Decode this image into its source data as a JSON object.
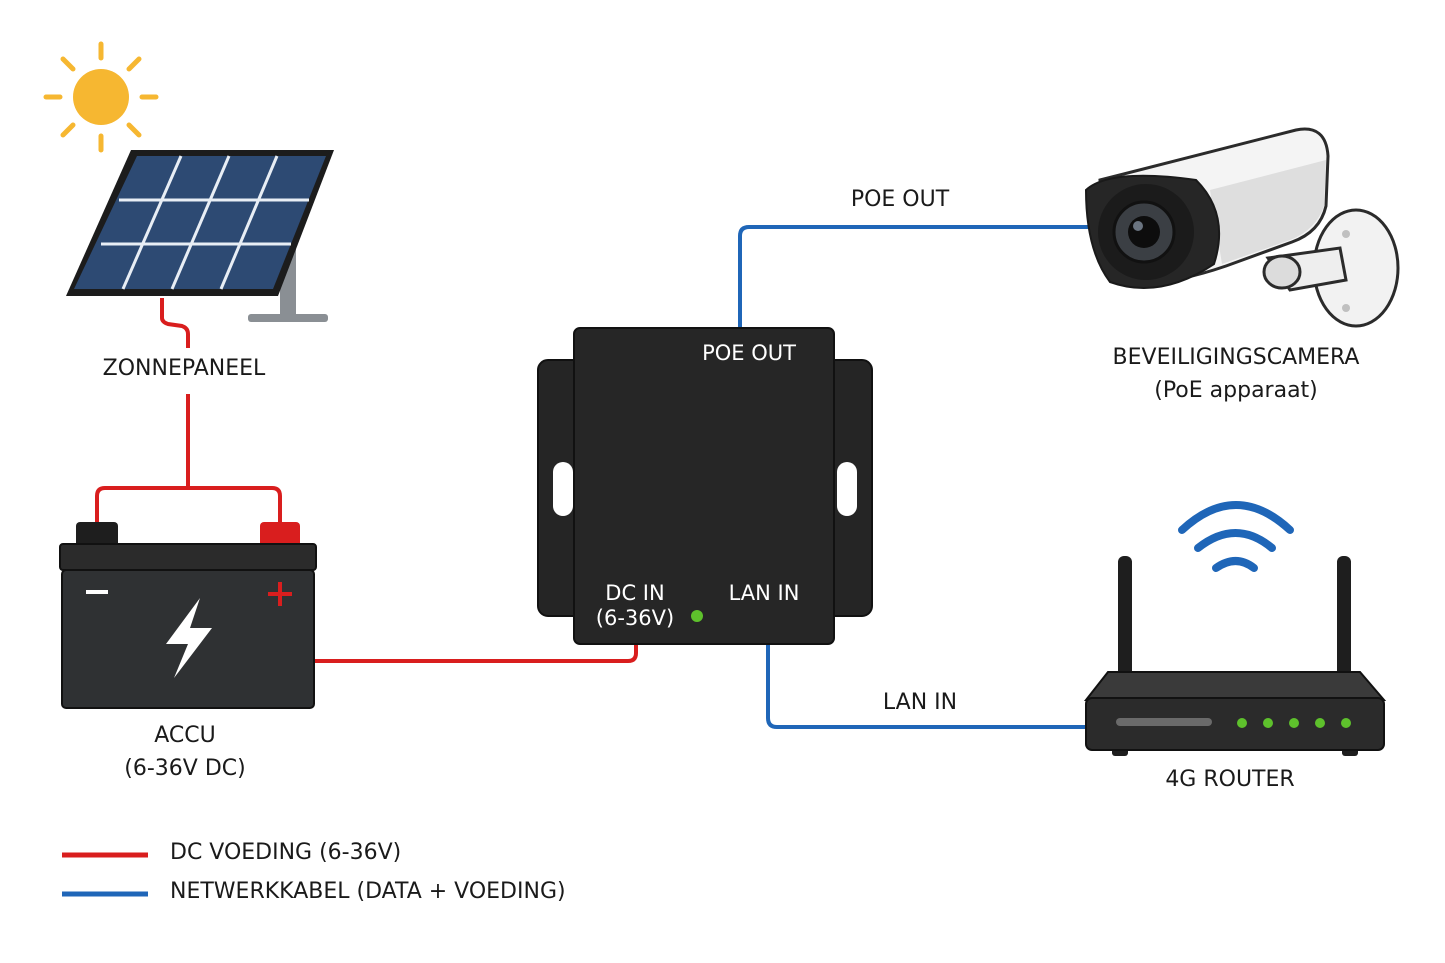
{
  "labels": {
    "solar_panel": "ZONNEPANEEL",
    "battery_line1": "ACCU",
    "battery_line2": "(6-36V DC)",
    "camera_line1": "BEVEILIGINGSCAMERA",
    "camera_line2": "(PoE apparaat)",
    "router": "4G ROUTER",
    "poe_out_cable": "POE OUT",
    "lan_in_cable": "LAN IN"
  },
  "injector": {
    "poe_out": "POE OUT",
    "dc_in_line1": "DC IN",
    "dc_in_line2": "(6-36V)",
    "lan_in": "LAN IN"
  },
  "legend": [
    {
      "label": "DC VOEDING (6-36V)",
      "color": "#d91e1e"
    },
    {
      "label": "NETWERKKABEL (DATA + VOEDING)",
      "color": "#1f66b8"
    }
  ],
  "colors": {
    "dc_power": "#d91e1e",
    "network": "#1f66b8",
    "device_body": "#2b2b2b",
    "sun": "#f6b731",
    "led": "#5ec12c"
  },
  "icons": {
    "sun": "sun-icon",
    "bolt": "lightning-bolt-icon",
    "wifi": "wifi-icon"
  }
}
